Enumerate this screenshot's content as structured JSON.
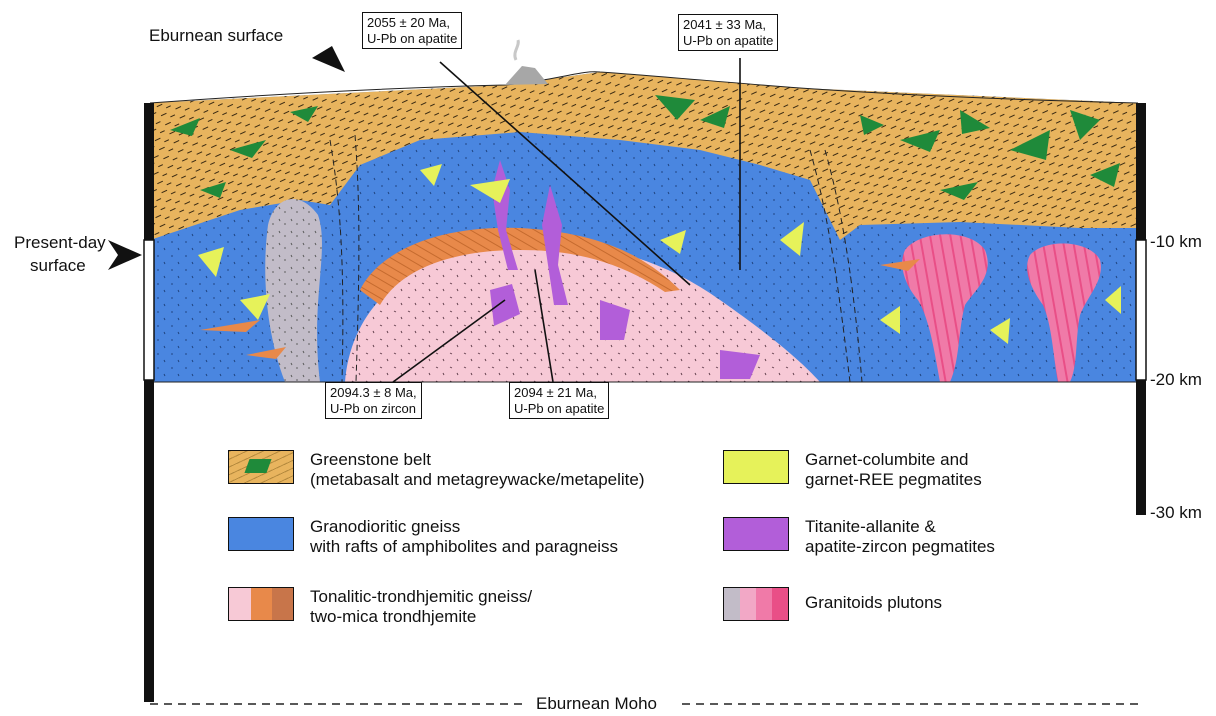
{
  "labels": {
    "eburnean_surface": "Eburnean surface",
    "present_day_surface_line1": "Present-day",
    "present_day_surface_line2": "surface",
    "eburnean_moho": "Eburnean Moho"
  },
  "depth_scale": [
    {
      "label": "-10 km",
      "km": 10
    },
    {
      "label": "-20 km",
      "km": 20
    },
    {
      "label": "-30 km",
      "km": 30
    }
  ],
  "age_boxes": [
    {
      "line1": "2055 ± 20 Ma,",
      "line2": "U-Pb on apatite"
    },
    {
      "line1": "2041 ± 33 Ma,",
      "line2": "U-Pb on apatite"
    },
    {
      "line1": "2094.3 ± 8 Ma,",
      "line2": "U-Pb on zircon"
    },
    {
      "line1": "2094 ± 21 Ma,",
      "line2": "U-Pb on apatite"
    }
  ],
  "legend": [
    {
      "line1": "Greenstone belt",
      "line2": "(metabasalt and metagreywacke/metapelite)",
      "colors": [
        "#e8b45e",
        "#1f8a3a"
      ]
    },
    {
      "line1": "Granodioritic gneiss",
      "line2": "with rafts of amphibolites and paragneiss",
      "colors": [
        "#4a86e0"
      ]
    },
    {
      "line1": "Tonalitic-trondhjemitic gneiss/",
      "line2": "two-mica trondhjemite",
      "colors": [
        "#f7c9d6",
        "#e8894a",
        "#c8754a"
      ]
    },
    {
      "line1": "Garnet-columbite and",
      "line2": "garnet-REE pegmatites",
      "colors": [
        "#e6f25a"
      ]
    },
    {
      "line1": "Titanite-allanite &",
      "line2": "apatite-zircon pegmatites",
      "colors": [
        "#b25ed9"
      ]
    },
    {
      "line1": "Granitoids plutons",
      "line2": "",
      "colors": [
        "#c2bcc8",
        "#f2a8c6",
        "#f07aa8",
        "#e94f87"
      ]
    }
  ]
}
